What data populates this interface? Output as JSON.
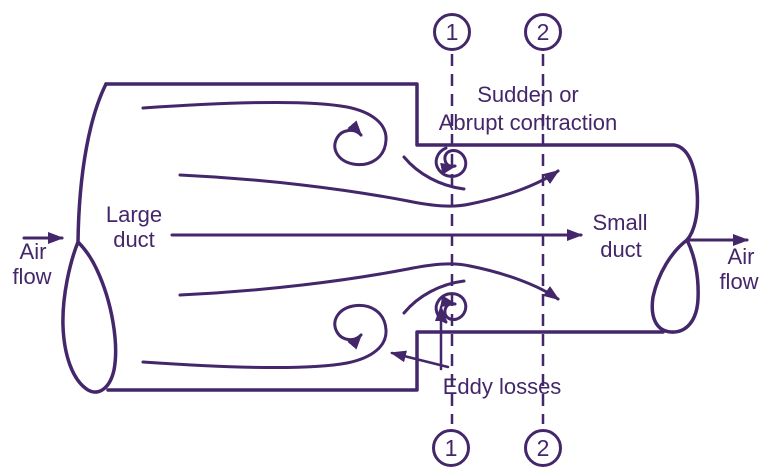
{
  "colors": {
    "ink": "#44276a",
    "background": "#ffffff"
  },
  "labels": {
    "air_flow_left": {
      "line1": "Air",
      "line2": "flow"
    },
    "large_duct": {
      "line1": "Large",
      "line2": "duct"
    },
    "contraction": {
      "line1": "Sudden or",
      "line2": "Abrupt contraction"
    },
    "small_duct": {
      "line1": "Small",
      "line2": "duct"
    },
    "air_flow_right": {
      "line1": "Air",
      "line2": "flow"
    },
    "eddy_losses": "Eddy losses"
  },
  "sections": {
    "top_1": "1",
    "top_2": "2",
    "bottom_1": "1",
    "bottom_2": "2"
  }
}
